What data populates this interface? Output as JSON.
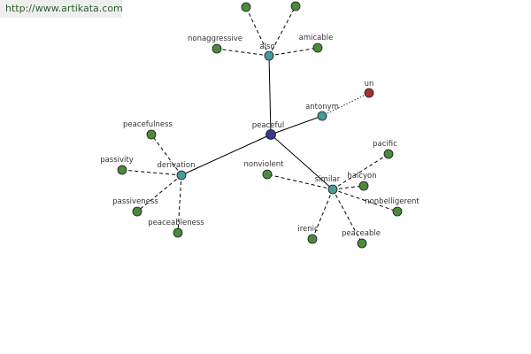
{
  "watermark": {
    "url": "http://www.artikata.com"
  },
  "colors": {
    "center": "#3a3a8c",
    "relation": "#4a9a9a",
    "synonym": "#4b8a3d",
    "antonym": "#a83232",
    "edge": "#000000"
  },
  "graph": {
    "center": {
      "id": "peaceful",
      "label": "peaceful"
    },
    "relations": [
      {
        "id": "also",
        "label": "also"
      },
      {
        "id": "antonym",
        "label": "antonym"
      },
      {
        "id": "derivation",
        "label": "derivation"
      },
      {
        "id": "similar",
        "label": "similar"
      }
    ],
    "terms": [
      {
        "id": "also-offtop-1",
        "label": "",
        "relation": "also"
      },
      {
        "id": "also-offtop-2",
        "label": "",
        "relation": "also"
      },
      {
        "id": "nonaggressive",
        "label": "nonaggressive",
        "relation": "also"
      },
      {
        "id": "amicable",
        "label": "amicable",
        "relation": "also"
      },
      {
        "id": "un",
        "label": "un",
        "relation": "antonym",
        "kind": "antonym"
      },
      {
        "id": "peacefulness",
        "label": "peacefulness",
        "relation": "derivation"
      },
      {
        "id": "passivity",
        "label": "passivity",
        "relation": "derivation"
      },
      {
        "id": "passiveness",
        "label": "passiveness",
        "relation": "derivation"
      },
      {
        "id": "peaceableness",
        "label": "peaceableness",
        "relation": "derivation"
      },
      {
        "id": "nonviolent",
        "label": "nonviolent",
        "relation": "similar"
      },
      {
        "id": "pacific",
        "label": "pacific",
        "relation": "similar"
      },
      {
        "id": "halcyon",
        "label": "halcyon",
        "relation": "similar"
      },
      {
        "id": "nonbelligerent",
        "label": "nonbelligerent",
        "relation": "similar"
      },
      {
        "id": "irenic",
        "label": "irenic",
        "relation": "similar"
      },
      {
        "id": "peaceable",
        "label": "peaceable",
        "relation": "similar"
      }
    ]
  }
}
